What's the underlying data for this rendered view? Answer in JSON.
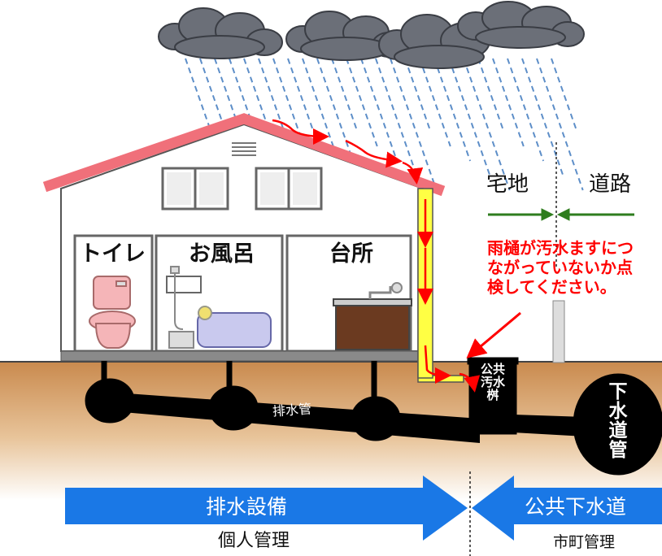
{
  "rooms": {
    "toilet": "トイレ",
    "bath": "お風呂",
    "kitchen": "台所"
  },
  "zones": {
    "private_land": "宅地",
    "road": "道路"
  },
  "note": "雨樋が汚水ますにつ\nながっていないか点\n検してください。",
  "pipes": {
    "drain_pipe": "排水管",
    "public_basin": "公共\n汚水\n桝",
    "sewer_main": "下\n水\n道\n管"
  },
  "bottom": {
    "left_arrow": "排水設備",
    "right_arrow": "公共下水道",
    "left_mgmt": "個人管理",
    "right_mgmt": "市町管理"
  },
  "colors": {
    "roof": "#f0707a",
    "gutter": "#ffff44",
    "ground": "#d9a468",
    "pipe": "#000000",
    "blue_arrow": "#1a78e6",
    "flow": "#ff0000",
    "green_arrow": "#2e7d1e",
    "cloud": "#6b6f78",
    "rain": "#5d8ec8"
  }
}
